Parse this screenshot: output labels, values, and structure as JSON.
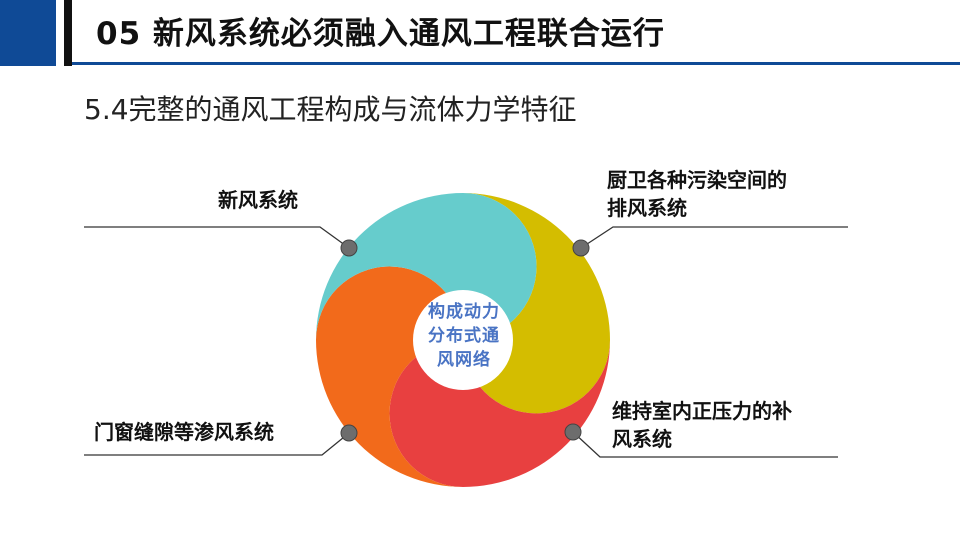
{
  "header": {
    "title": "05  新风系统必须融入通风工程联合运行"
  },
  "subtitle": "5.4完整的通风工程构成与流体力学特征",
  "center": {
    "lines": [
      "构成动力",
      "分布式通",
      "风网络"
    ]
  },
  "labels": {
    "top_left": "新风系统",
    "top_right_line1": "厨卫各种污染空间的",
    "top_right_line2": "排风系统",
    "bottom_right_line1": "维持室内正压力的补",
    "bottom_right_line2": "风系统",
    "bottom_left": "门窗缝隙等渗风系统"
  },
  "colors": {
    "brand_blue": "#0f4a96",
    "teal": "#66cccc",
    "gold": "#d4bd00",
    "red": "#e84040",
    "orange": "#f26a1b",
    "center_text": "#4a74c4",
    "dot": "#6d6d6d"
  }
}
